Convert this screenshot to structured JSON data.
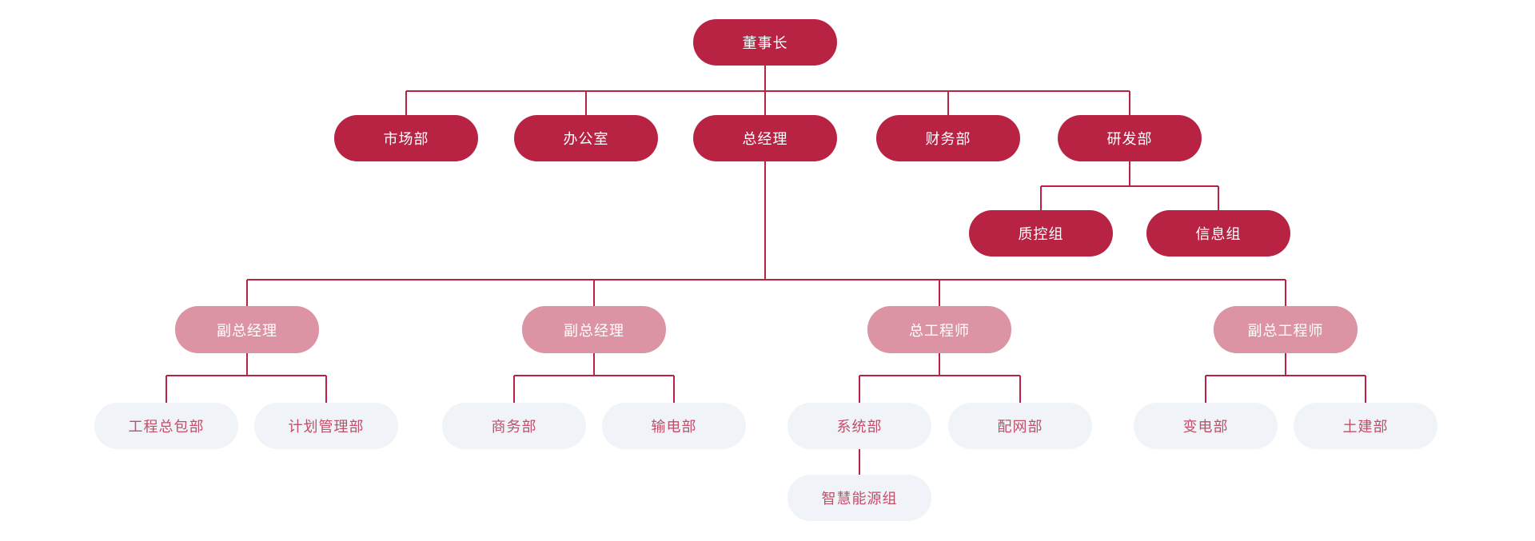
{
  "diagram": {
    "type": "org-chart",
    "title": "",
    "colors": {
      "primary_node": "#b82243",
      "secondary_node": "#dc94a4",
      "tertiary_node_bg": "#f0f4f8",
      "tertiary_node_text": "#c24e68",
      "connector_line": "#b82243",
      "background": "#ffffff"
    },
    "nodes": [
      {
        "id": "chairman",
        "label": "董事长",
        "level": 1,
        "variant": "primary",
        "parent": null
      },
      {
        "id": "marketing",
        "label": "市场部",
        "level": 2,
        "variant": "primary",
        "parent": "chairman"
      },
      {
        "id": "office",
        "label": "办公室",
        "level": 2,
        "variant": "primary",
        "parent": "chairman"
      },
      {
        "id": "gm",
        "label": "总经理",
        "level": 2,
        "variant": "primary",
        "parent": "chairman"
      },
      {
        "id": "finance",
        "label": "财务部",
        "level": 2,
        "variant": "primary",
        "parent": "chairman"
      },
      {
        "id": "rnd",
        "label": "研发部",
        "level": 2,
        "variant": "primary",
        "parent": "chairman"
      },
      {
        "id": "qc",
        "label": "质控组",
        "level": 3,
        "variant": "primary",
        "parent": "rnd"
      },
      {
        "id": "info",
        "label": "信息组",
        "level": 3,
        "variant": "primary",
        "parent": "rnd"
      },
      {
        "id": "dgm1",
        "label": "副总经理",
        "level": 3,
        "variant": "secondary",
        "parent": "gm"
      },
      {
        "id": "dgm2",
        "label": "副总经理",
        "level": 3,
        "variant": "secondary",
        "parent": "gm"
      },
      {
        "id": "chief-eng",
        "label": "总工程师",
        "level": 3,
        "variant": "secondary",
        "parent": "gm"
      },
      {
        "id": "dep-chief-eng",
        "label": "副总工程师",
        "level": 3,
        "variant": "secondary",
        "parent": "gm"
      },
      {
        "id": "epc",
        "label": "工程总包部",
        "level": 4,
        "variant": "tertiary",
        "parent": "dgm1"
      },
      {
        "id": "planning",
        "label": "计划管理部",
        "level": 4,
        "variant": "tertiary",
        "parent": "dgm1"
      },
      {
        "id": "commerce",
        "label": "商务部",
        "level": 4,
        "variant": "tertiary",
        "parent": "dgm2"
      },
      {
        "id": "transmission",
        "label": "输电部",
        "level": 4,
        "variant": "tertiary",
        "parent": "dgm2"
      },
      {
        "id": "system",
        "label": "系统部",
        "level": 4,
        "variant": "tertiary",
        "parent": "chief-eng"
      },
      {
        "id": "distribution",
        "label": "配网部",
        "level": 4,
        "variant": "tertiary",
        "parent": "chief-eng"
      },
      {
        "id": "substation",
        "label": "变电部",
        "level": 4,
        "variant": "tertiary",
        "parent": "dep-chief-eng"
      },
      {
        "id": "civil",
        "label": "土建部",
        "level": 4,
        "variant": "tertiary",
        "parent": "dep-chief-eng"
      },
      {
        "id": "smart-energy",
        "label": "智慧能源组",
        "level": 5,
        "variant": "tertiary",
        "parent": "system"
      }
    ]
  }
}
